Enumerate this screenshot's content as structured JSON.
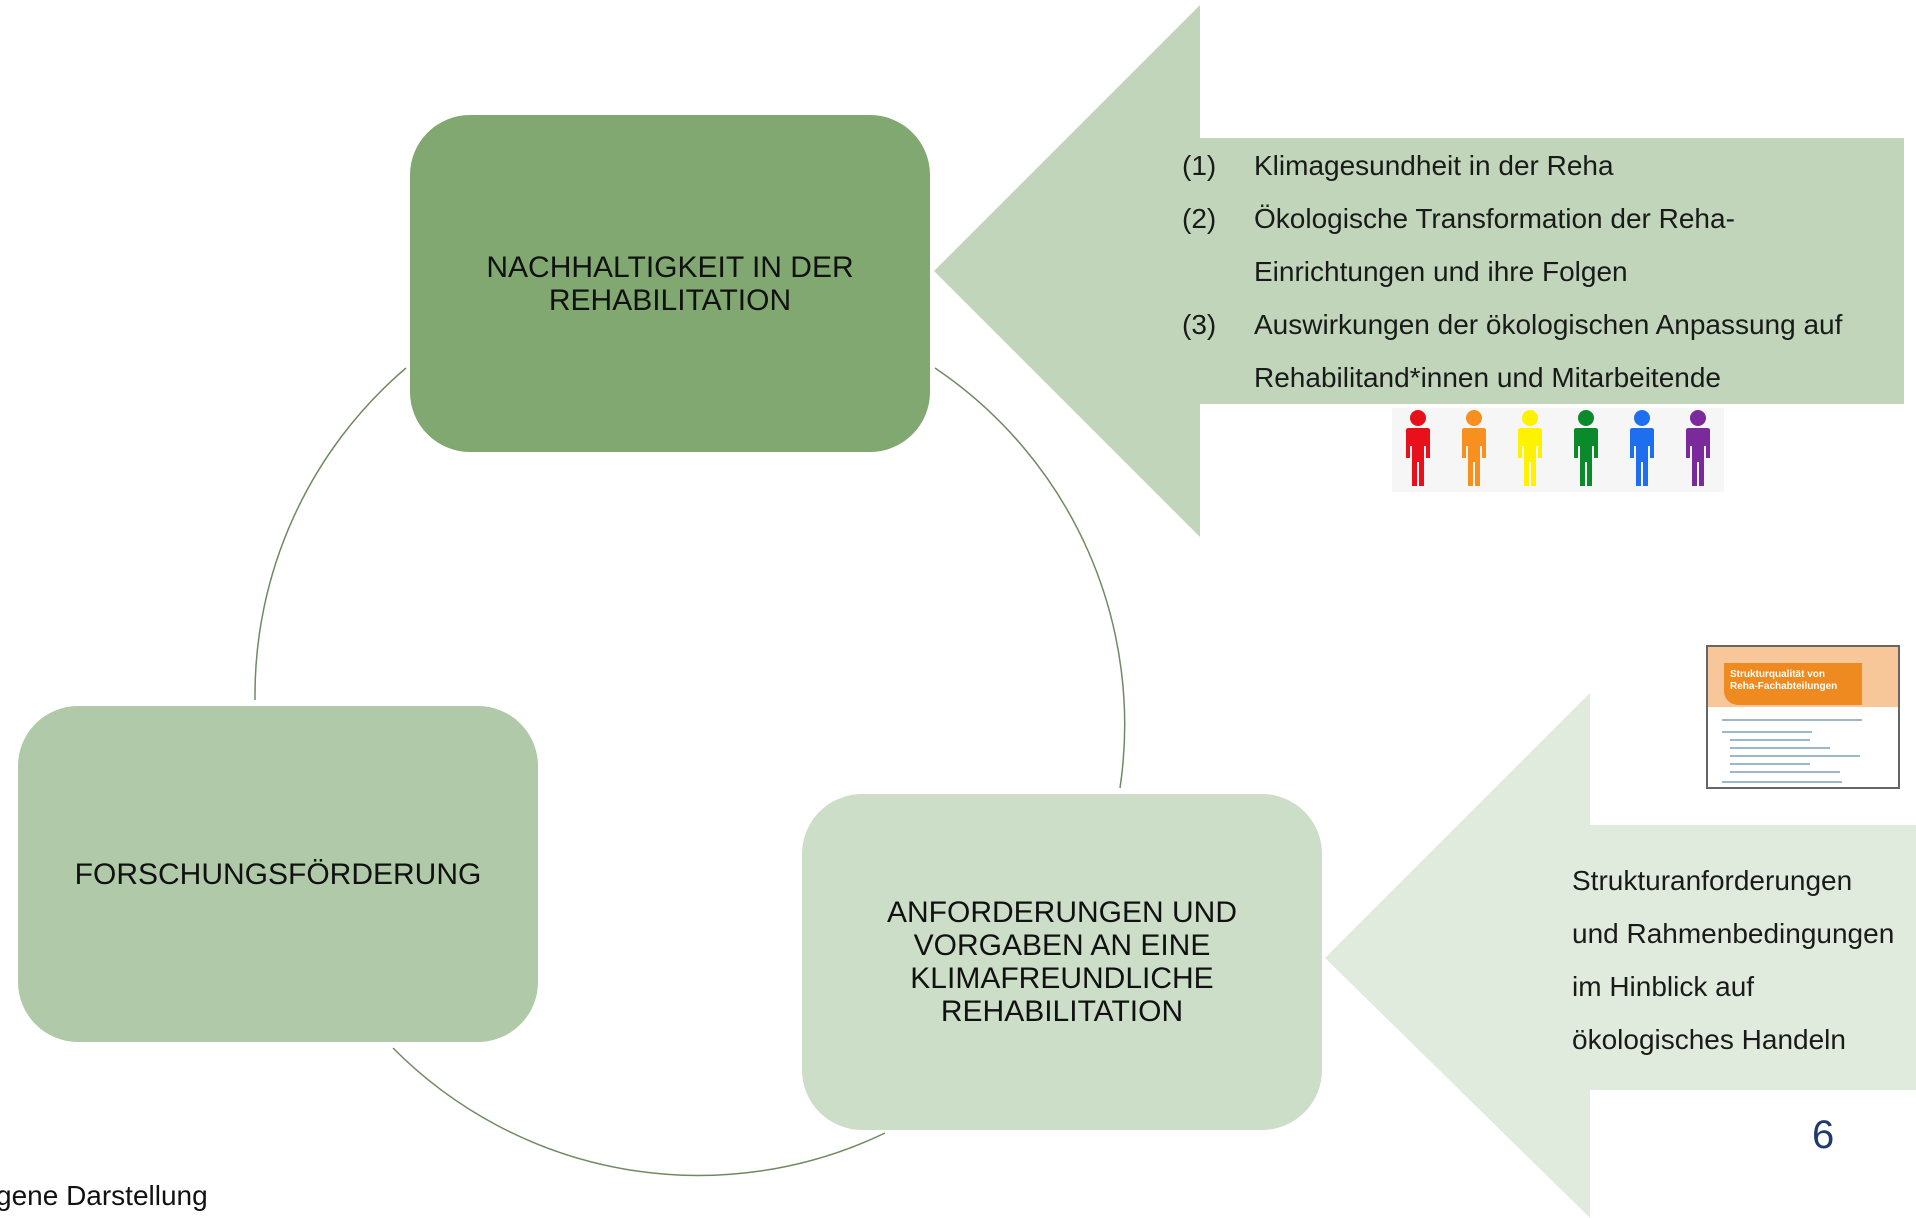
{
  "boxes": {
    "top": {
      "line1": "NACHHALTIGKEIT IN DER",
      "line2": "REHABILITATION",
      "color": "#80a870"
    },
    "left": {
      "line1": "FORSCHUNGSFÖRDERUNG",
      "color": "#b0caa9"
    },
    "right": {
      "line1": "ANFORDERUNGEN UND",
      "line2": "VORGABEN AN EINE",
      "line3": "KLIMAFREUNDLICHE",
      "line4": "REHABILITATION",
      "color": "#ccdec8"
    }
  },
  "arrow_top": {
    "color": "#c0d5ba",
    "items": [
      {
        "num": "(1)",
        "line1": "Klimagesundheit in der Reha"
      },
      {
        "num": "(2)",
        "line1": "Ökologische Transformation der Reha-",
        "line2": "Einrichtungen und ihre Folgen"
      },
      {
        "num": "(3)",
        "line1": "Auswirkungen der ökologischen Anpassung auf",
        "line2": "Rehabilitand*innen und Mitarbeitende"
      }
    ]
  },
  "arrow_bottom": {
    "color": "#e1ebdd",
    "lines": [
      "Strukturanforderungen",
      "und Rahmenbedingungen",
      "im Hinblick auf",
      "ökologisches Handeln"
    ]
  },
  "figures": {
    "icon": "person-icon",
    "colors": [
      "#e8101a",
      "#f7901e",
      "#fff200",
      "#0a8a2a",
      "#1e6ff0",
      "#7a2a9a"
    ]
  },
  "thumbnail": {
    "title_line1": "Strukturqualität von",
    "title_line2": "Reha-Fachabteilungen"
  },
  "page_number": "6",
  "source_note": "gene Darstellung"
}
